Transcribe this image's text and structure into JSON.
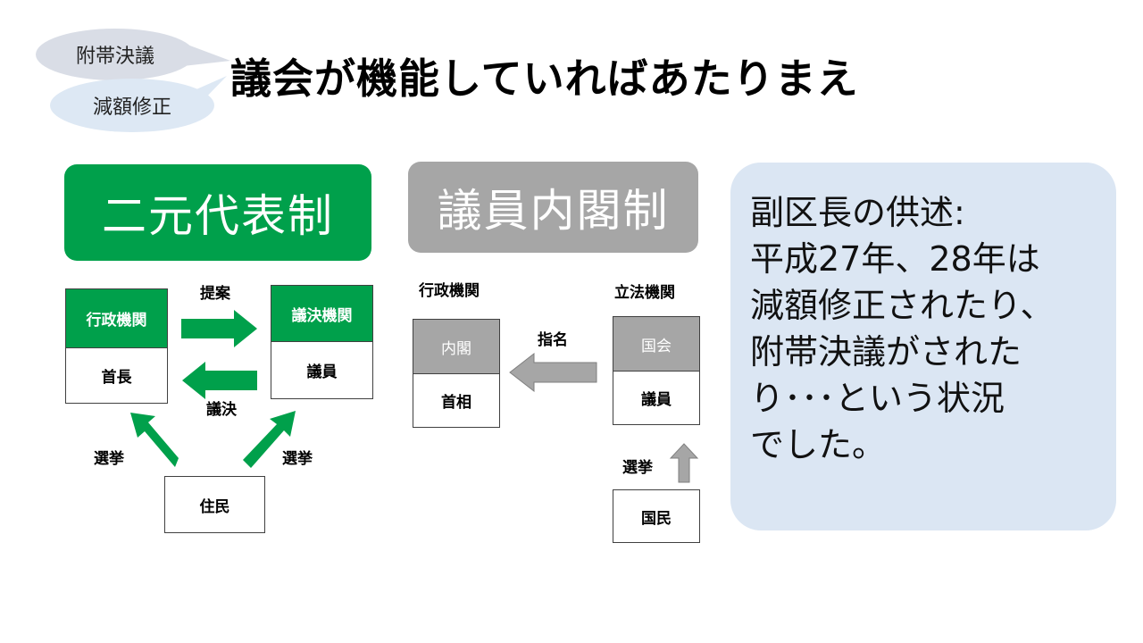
{
  "bubbles": {
    "top": "附帯決議",
    "bottom": "減額修正"
  },
  "title": "議会が機能していればあたりまえ",
  "left": {
    "banner": "二元代表制",
    "exec_head": "行政機関",
    "exec_body": "首長",
    "leg_head": "議決機関",
    "leg_body": "議員",
    "residents": "住民",
    "proposal": "提案",
    "resolution": "議決",
    "election_left": "選挙",
    "election_right": "選挙"
  },
  "middle": {
    "banner": "議員内閣制",
    "exec_label": "行政機関",
    "leg_label": "立法機関",
    "cabinet": "内閣",
    "pm": "首相",
    "diet": "国会",
    "members": "議員",
    "people": "国民",
    "nomination": "指名",
    "election": "選挙"
  },
  "quote": {
    "lines": [
      "副区長の供述:",
      "平成27年、28年は",
      "減額修正されたり、",
      "附帯決議がされた",
      "り･･･という状況",
      "でした。"
    ]
  },
  "colors": {
    "green": "#00a04b",
    "gray": "#a6a6a6",
    "quote_bg": "#dbe6f3",
    "bubble_top": "#d9dde6",
    "bubble_bottom": "#dde8f4"
  }
}
